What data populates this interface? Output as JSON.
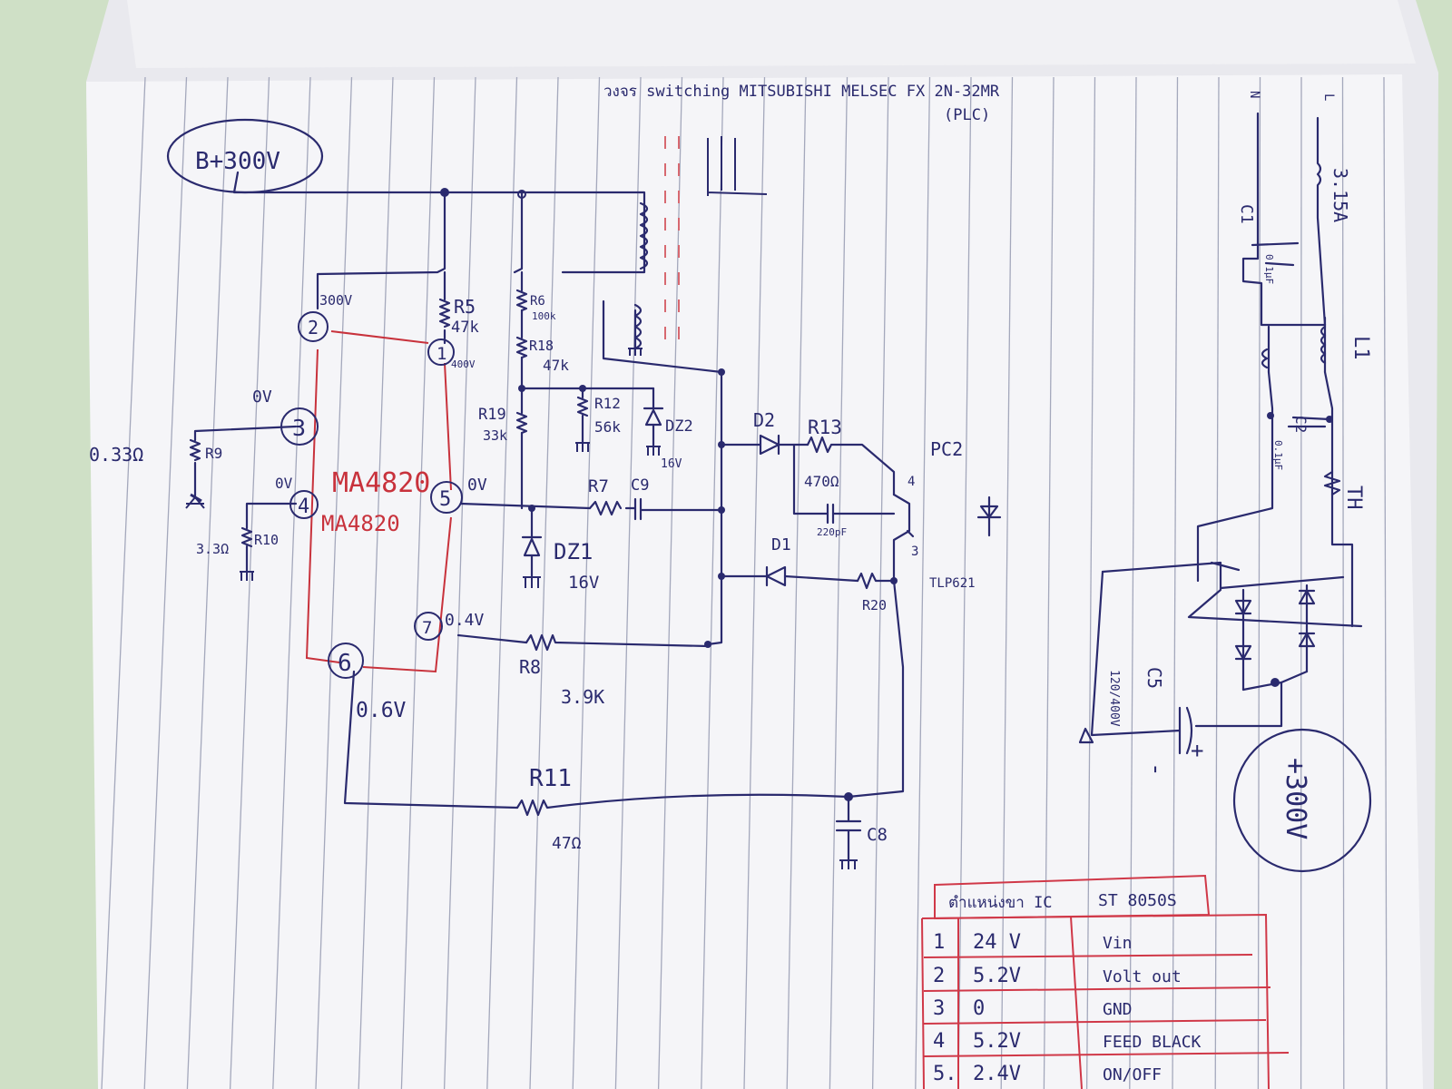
{
  "title": {
    "line1": "วงจร switching MITSUBISHI MELSEC FX 2N-32MR",
    "line2": "(PLC)"
  },
  "supply_label": "B+300V",
  "ic_name": "MA4820",
  "pins": [
    {
      "num": "1",
      "voltage": "400V"
    },
    {
      "num": "2",
      "voltage": "300V"
    },
    {
      "num": "3",
      "voltage": "0V"
    },
    {
      "num": "4",
      "voltage": "0V"
    },
    {
      "num": "5",
      "voltage": "0V"
    },
    {
      "num": "6",
      "voltage": "0.6V"
    },
    {
      "num": "7",
      "voltage": "0.4V"
    }
  ],
  "components": {
    "r5": {
      "name": "R5",
      "value": "47k"
    },
    "r6": {
      "name": "R6",
      "value": "100k"
    },
    "r18": {
      "name": "R18",
      "value": "47k"
    },
    "r19": {
      "name": "R19",
      "value": "33k"
    },
    "r12": {
      "name": "R12",
      "value": "56k"
    },
    "dz2": {
      "name": "DZ2",
      "value": "16V"
    },
    "dz1": {
      "name": "DZ1",
      "value": "16V"
    },
    "r7": {
      "name": "R7"
    },
    "c9": {
      "name": "C9"
    },
    "r9": {
      "name": "R9",
      "value": "0.33Ω"
    },
    "r10": {
      "name": "R10",
      "value": "3.3Ω"
    },
    "r8": {
      "name": "R8",
      "value": "3.9K"
    },
    "r11": {
      "name": "R11",
      "value": "47Ω"
    },
    "c8": {
      "name": "C8"
    },
    "d2": {
      "name": "D2"
    },
    "d1": {
      "name": "D1"
    },
    "r13": {
      "name": "R13",
      "value": "470Ω"
    },
    "c_pc2": {
      "value": "220pF"
    },
    "r20": {
      "name": "R20"
    },
    "pc2": {
      "name": "PC2",
      "part": "TLP621",
      "pin4": "4",
      "pin3": "3"
    },
    "c1": {
      "name": "C1",
      "value": "0.1µF"
    },
    "c2": {
      "name": "C2",
      "value": "0.1µF"
    },
    "l1": {
      "name": "L1"
    },
    "fuse": {
      "value": "3.15A"
    },
    "th": {
      "name": "TH"
    },
    "c5": {
      "name": "C5",
      "value": "120/400V"
    },
    "plus300": "+300V",
    "minus": "-",
    "plus": "+",
    "n_label": "N",
    "l_label": "L"
  },
  "ic_table": {
    "header_left": "ตำแหน่งขา IC",
    "header_right": "ST 8050S",
    "rows": [
      {
        "pin": "1",
        "voltage": "24 V",
        "function": "Vin"
      },
      {
        "pin": "2",
        "voltage": "5.2V",
        "function": "Volt out"
      },
      {
        "pin": "3",
        "voltage": "0",
        "function": "GND"
      },
      {
        "pin": "4",
        "voltage": "5.2V",
        "function": "FEED BLACK"
      },
      {
        "pin": "5.",
        "voltage": "2.4V",
        "function": "ON/OFF"
      }
    ]
  },
  "colors": {
    "ink_blue": "#2a2a6e",
    "ink_red": "#c8323c",
    "paper": "#f4f4f6",
    "rule_line": "#9aa0b4"
  }
}
